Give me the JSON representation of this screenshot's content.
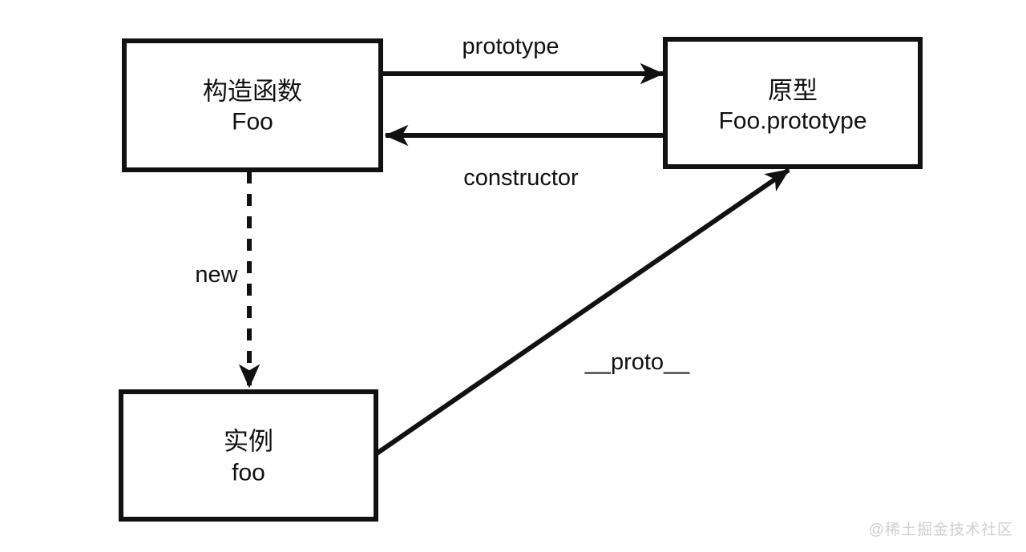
{
  "diagram": {
    "nodes": {
      "constructor_fn": {
        "title": "构造函数",
        "subtitle": "Foo"
      },
      "prototype_obj": {
        "title": "原型",
        "subtitle": "Foo.prototype"
      },
      "instance_obj": {
        "title": "实例",
        "subtitle": "foo"
      }
    },
    "edges": {
      "prototype_label": "prototype",
      "constructor_label": "constructor",
      "new_label": "new",
      "proto_label": "__proto__"
    },
    "colors": {
      "stroke": "#111111",
      "background": "#ffffff",
      "watermark": "#cfcfcf"
    }
  },
  "watermark": {
    "text": "@稀土掘金技术社区"
  }
}
